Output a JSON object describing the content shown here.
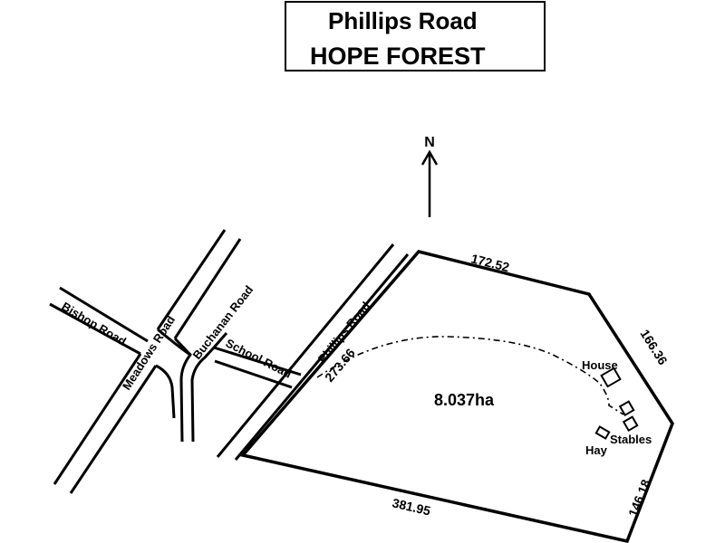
{
  "title": {
    "line1": "Phillips Road",
    "line2": "HOPE FOREST"
  },
  "north": {
    "label": "N"
  },
  "roads": {
    "bishop": "Bishop Road",
    "meadows": "Meadows Road",
    "buchanan": "Buchanan Road",
    "school": "School Road",
    "phillips": "Phillips Road"
  },
  "boundary": {
    "north": "172.52",
    "northeast": "166.36",
    "southeast": "146.18",
    "south": "381.95",
    "west": "273.66"
  },
  "area": "8.037ha",
  "buildings": {
    "house": "House",
    "stables": "Stables",
    "hay": "Hay"
  },
  "colors": {
    "ink": "#000000",
    "background": "#ffffff"
  }
}
